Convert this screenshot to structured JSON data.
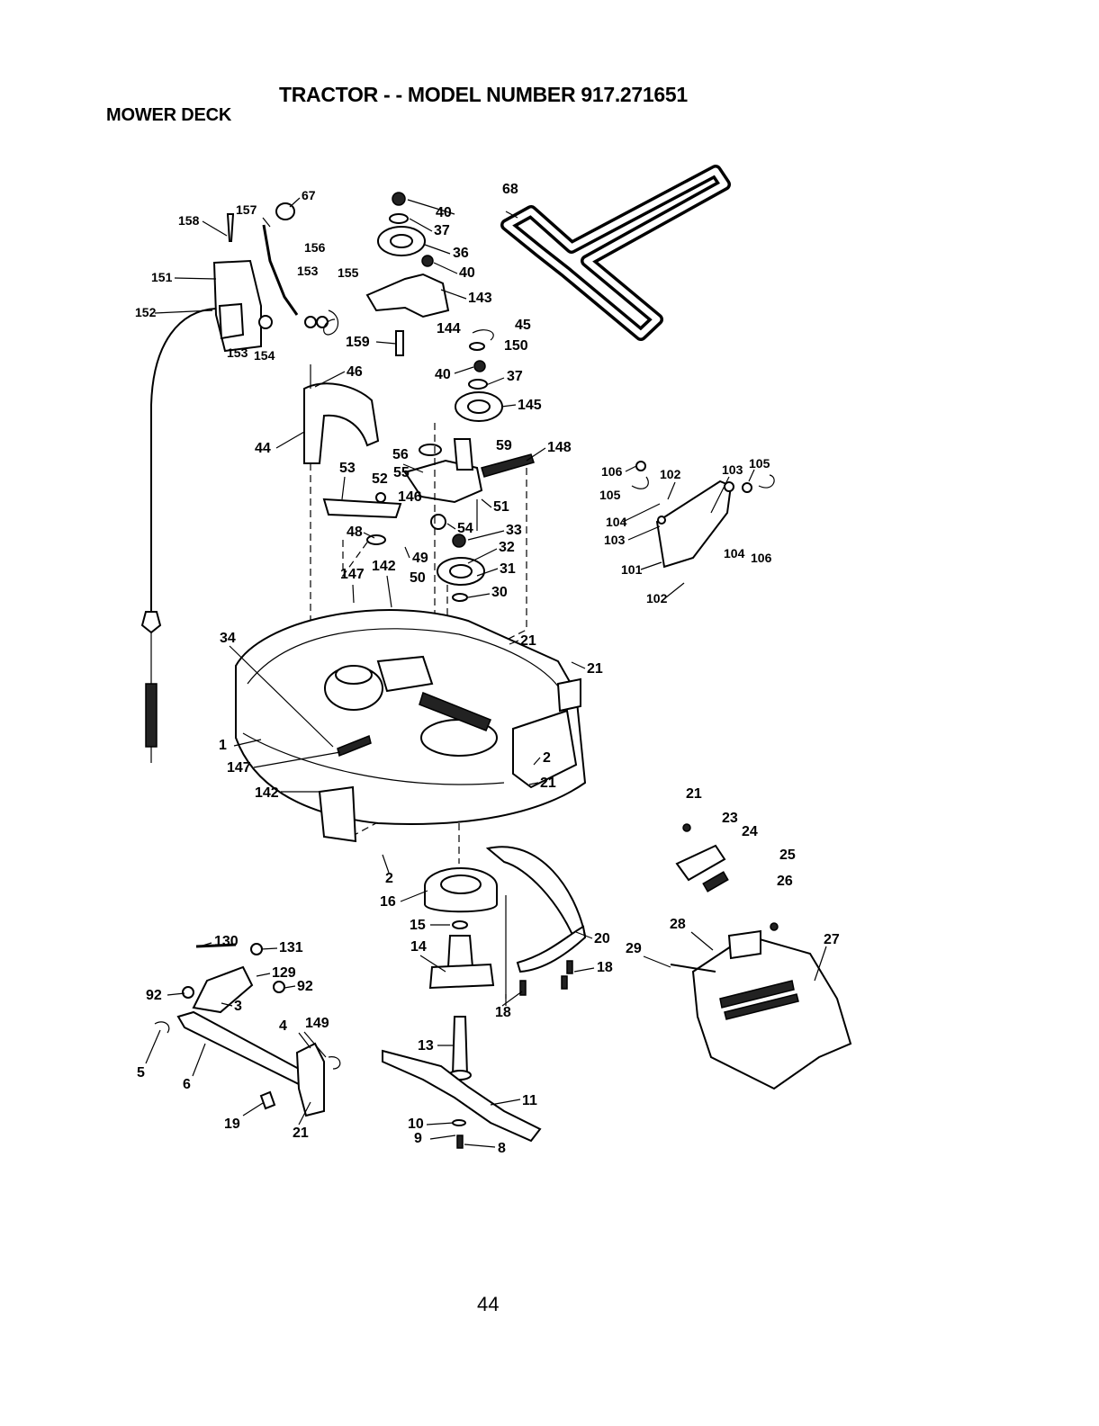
{
  "header": {
    "title": "TRACTOR - - MODEL NUMBER 917.271651",
    "subtitle": "MOWER DECK"
  },
  "footer": {
    "page_number": "44"
  },
  "callouts": [
    "158",
    "157",
    "67",
    "151",
    "156",
    "153",
    "155",
    "152",
    "153",
    "154",
    "40",
    "37",
    "36",
    "40",
    "143",
    "144",
    "159",
    "45",
    "150",
    "40",
    "37",
    "145",
    "46",
    "44",
    "68",
    "56",
    "59",
    "148",
    "53",
    "52",
    "55",
    "51",
    "146",
    "54",
    "33",
    "48",
    "49",
    "32",
    "50",
    "142",
    "147",
    "31",
    "30",
    "34",
    "21",
    "21",
    "1",
    "147",
    "142",
    "2",
    "21",
    "2",
    "16",
    "106",
    "102",
    "103",
    "105",
    "105",
    "104",
    "103",
    "104",
    "106",
    "101",
    "102",
    "21",
    "23",
    "24",
    "25",
    "26",
    "15",
    "14",
    "20",
    "28",
    "27",
    "29",
    "18",
    "18",
    "130",
    "131",
    "129",
    "92",
    "92",
    "3",
    "149",
    "4",
    "5",
    "6",
    "13",
    "11",
    "19",
    "21",
    "10",
    "9",
    "8"
  ]
}
